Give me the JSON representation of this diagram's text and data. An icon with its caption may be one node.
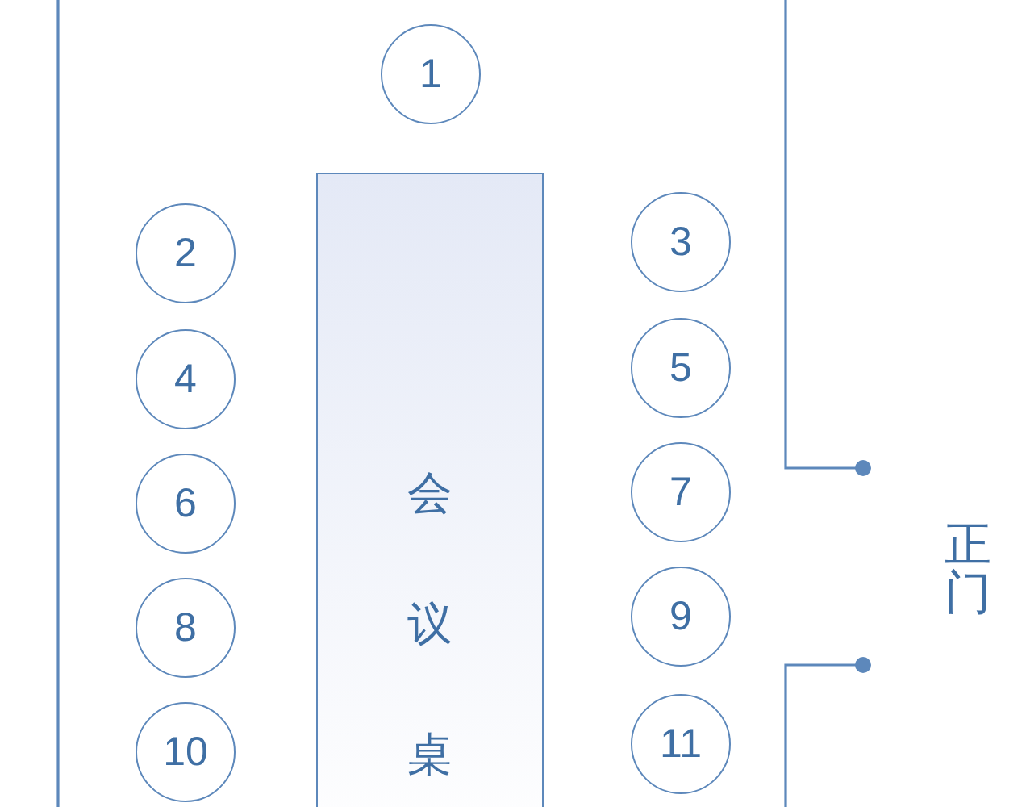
{
  "diagram": {
    "nodes": [
      {
        "text": [
          "1"
        ]
      },
      {
        "text": [
          "2"
        ]
      },
      {
        "text": [
          "3"
        ]
      },
      {
        "text": [
          "4"
        ]
      },
      {
        "text": [
          "5"
        ]
      },
      {
        "text": [
          "6"
        ]
      },
      {
        "text": [
          "7"
        ]
      },
      {
        "text": [
          "8"
        ]
      },
      {
        "text": [
          "9"
        ]
      },
      {
        "text": [
          "10"
        ]
      },
      {
        "text": [
          "11"
        ]
      },
      {
        "text": [
          "会议桌"
        ]
      }
    ],
    "labels": [
      "正门"
    ]
  }
}
